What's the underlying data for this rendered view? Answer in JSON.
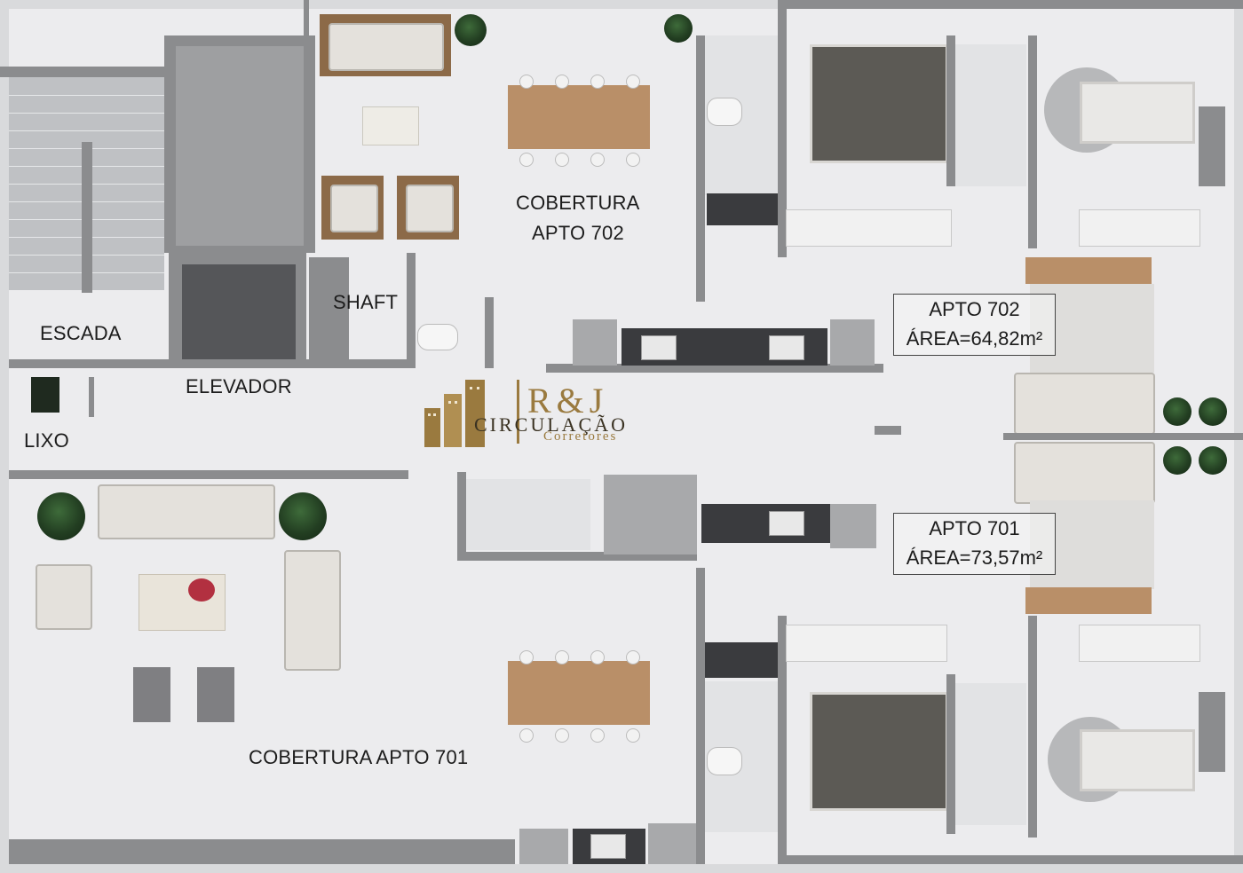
{
  "labels": {
    "cobertura_702_line1": "COBERTURA",
    "cobertura_702_line2": "APTO 702",
    "cobertura_701": "COBERTURA APTO 701",
    "escada": "ESCADA",
    "elevador": "ELEVADOR",
    "shaft": "SHAFT",
    "lixo": "LIXO"
  },
  "apto_702": {
    "title": "APTO 702",
    "area": "ÁREA=64,82m²"
  },
  "apto_701": {
    "title": "APTO 701",
    "area": "ÁREA=73,57m²"
  },
  "logo": {
    "brand": "R&J",
    "line1": "CIRCULAÇÃO",
    "line2": "Corretores",
    "color": "#9a7a3f"
  },
  "colors": {
    "floor": "#ececee",
    "walls": "#8b8c8e",
    "wood": "#b98f68"
  }
}
